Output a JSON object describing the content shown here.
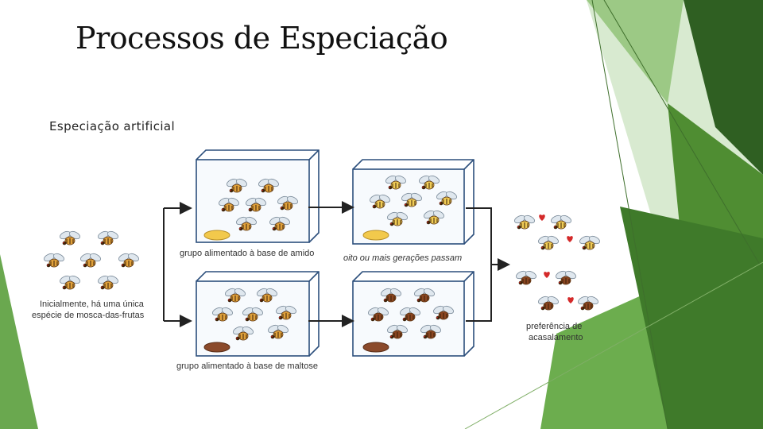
{
  "slide": {
    "title": "Processos de Especiação",
    "subtitle": "Especiação artificial"
  },
  "diagram": {
    "initial_line1": "Inicialmente, há uma única",
    "initial_line2": "espécie de mosca-das-frutas",
    "top_group": "grupo alimentado à base de amido",
    "bottom_group": "grupo alimentado à base de maltose",
    "generations": "oito ou mais gerações passam",
    "result_line1": "preferência de",
    "result_line2": "acasalamento"
  },
  "colors": {
    "accent_dark": "#2f5f22",
    "accent_mid": "#5b9a3e",
    "accent_light": "#a9d18e",
    "starch_food": "#f2c94c",
    "maltose_food": "#8b4a2b",
    "heart": "#d42a2a"
  }
}
